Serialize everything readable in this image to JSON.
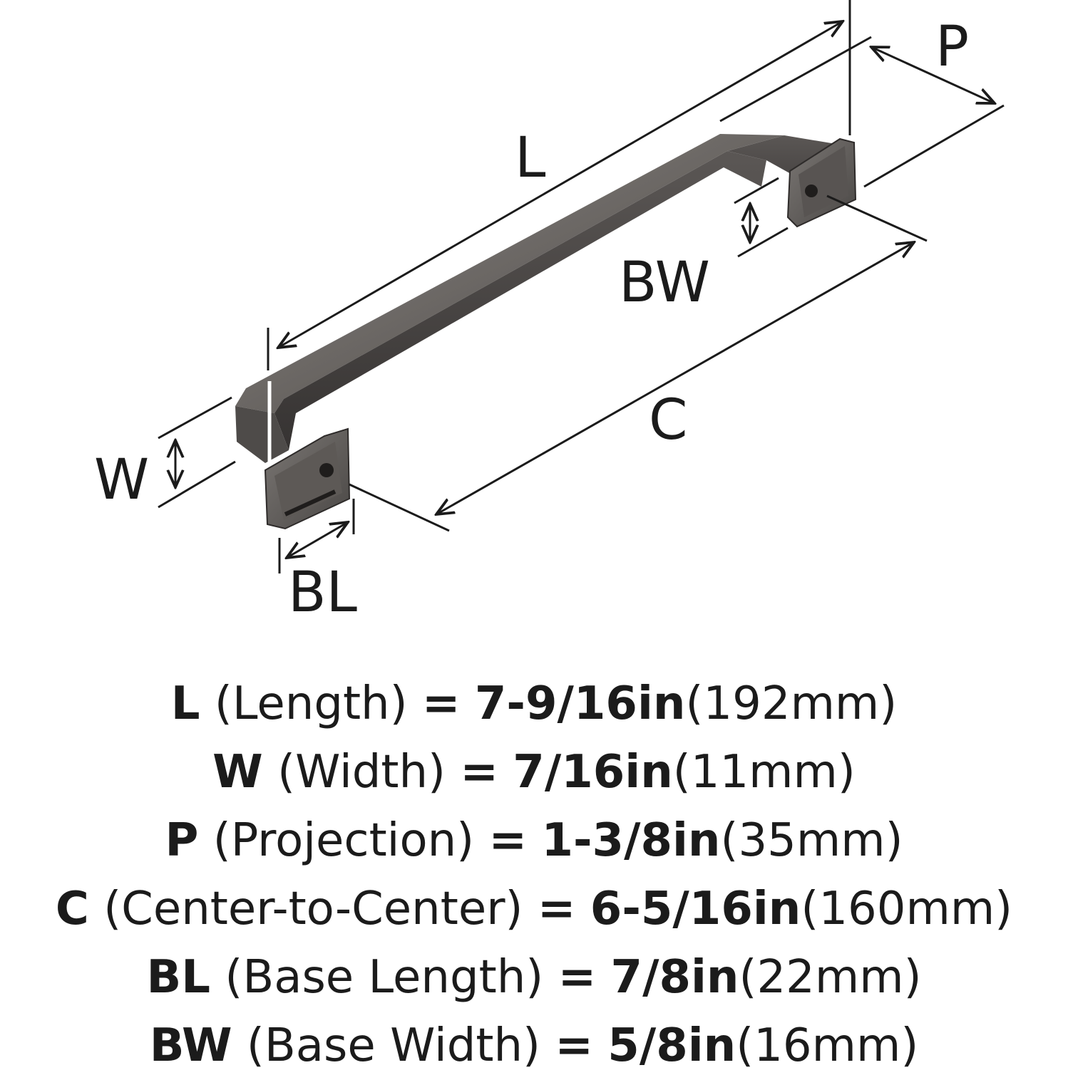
{
  "diagram": {
    "labels": {
      "L": "L",
      "P": "P",
      "BW": "BW",
      "C": "C",
      "W": "W",
      "BL": "BL"
    },
    "colors": {
      "ink": "#1b1b1b",
      "metal_light": "#8a8683",
      "metal_mid": "#5e5a58",
      "metal_dark": "#3a3736"
    }
  },
  "specs": [
    {
      "symbol": "L",
      "description": "(Length)",
      "equals": "=",
      "imperial": "7-9/16in",
      "metric": "(192mm)"
    },
    {
      "symbol": "W",
      "description": "(Width)",
      "equals": "=",
      "imperial": "7/16in",
      "metric": "(11mm)"
    },
    {
      "symbol": "P",
      "description": "(Projection)",
      "equals": "=",
      "imperial": "1-3/8in",
      "metric": "(35mm)"
    },
    {
      "symbol": "C",
      "description": "(Center-to-Center)",
      "equals": "=",
      "imperial": "6-5/16in",
      "metric": "(160mm)"
    },
    {
      "symbol": "BL",
      "description": "(Base Length)",
      "equals": "=",
      "imperial": "7/8in",
      "metric": "(22mm)"
    },
    {
      "symbol": "BW",
      "description": "(Base Width)",
      "equals": "=",
      "imperial": "5/8in",
      "metric": "(16mm)"
    }
  ]
}
